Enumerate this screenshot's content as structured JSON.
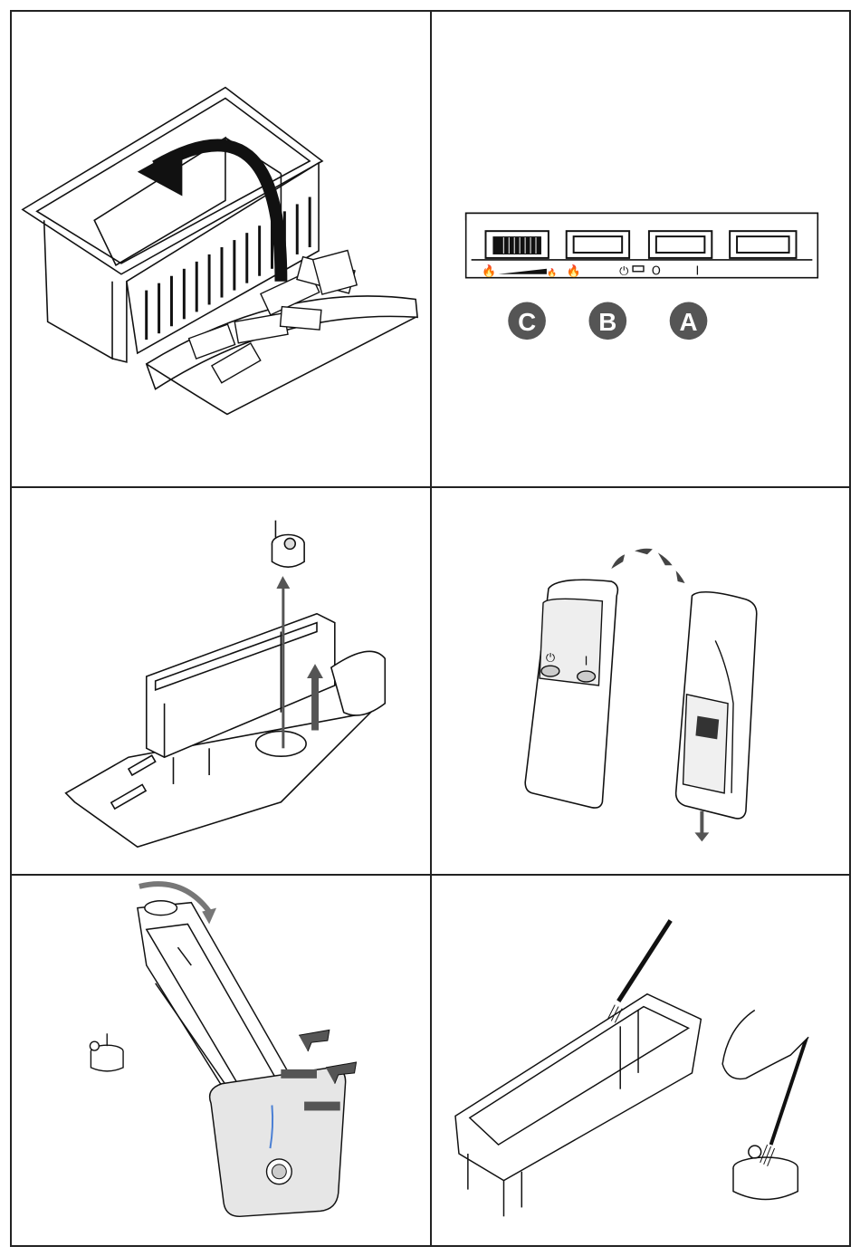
{
  "panels": [
    {
      "step": "remove-basket"
    },
    {
      "step": "control-panel",
      "switch_labels": {
        "flame_high": "🔥",
        "flame_low": "🔥",
        "flame_b": "🔥",
        "power": "⏻",
        "off": "O",
        "on": "I"
      },
      "badges": [
        "C",
        "B",
        "A"
      ]
    },
    {
      "step": "remove-tank"
    },
    {
      "step": "remote-battery",
      "remote_buttons": {
        "power": "⏻",
        "on": "I"
      }
    },
    {
      "step": "empty-tank"
    },
    {
      "step": "clean-tank"
    }
  ],
  "colors": {
    "ink": "#111111",
    "badge": "#555555",
    "arrow": "#222222",
    "paper": "#ffffff",
    "shade": "#e6e6e6"
  }
}
